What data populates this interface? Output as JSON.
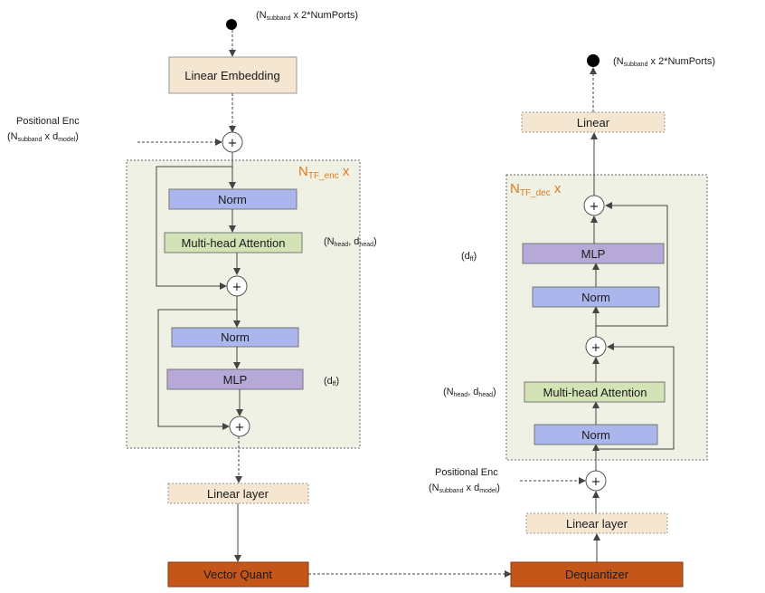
{
  "encoder": {
    "input_dims": {
      "pre": "(N",
      "sub": "subband",
      "post": " x 2*NumPorts)"
    },
    "linear_embedding": "Linear Embedding",
    "pos_enc": {
      "title": "Positional Enc",
      "pre": "(N",
      "sub": "subband",
      "mid": " x d",
      "sub2": "model",
      "post": ")"
    },
    "repeat": {
      "pre": "N",
      "sub": "TF_enc",
      "post": " x"
    },
    "norm1": "Norm",
    "attention": "Multi-head Attention",
    "attn_params": {
      "pre": "(N",
      "sub": "head",
      "mid": ", d",
      "sub2": "head",
      "post": ")"
    },
    "norm2": "Norm",
    "mlp": "MLP",
    "mlp_params": {
      "pre": "(d",
      "sub": "ff",
      "post": ")"
    },
    "linear_layer": "Linear layer",
    "vector_quant": "Vector Quant"
  },
  "decoder": {
    "output_dims": {
      "pre": "(N",
      "sub": "subband",
      "post": " x 2*NumPorts)"
    },
    "linear": "Linear",
    "repeat": {
      "pre": "N",
      "sub": "TF_dec",
      "post": " x"
    },
    "mlp": "MLP",
    "mlp_params": {
      "pre": "(d",
      "sub": "ff",
      "post": ")"
    },
    "norm_top": "Norm",
    "attention": "Multi-head Attention",
    "attn_params": {
      "pre": "(N",
      "sub": "head",
      "mid": ", d",
      "sub2": "head",
      "post": ")"
    },
    "norm_bottom": "Norm",
    "pos_enc": {
      "title": "Positional Enc",
      "pre": "(N",
      "sub": "subband",
      "mid": " x d",
      "sub2": "model",
      "post": ")"
    },
    "linear_layer": "Linear layer",
    "dequantizer": "Dequantizer"
  },
  "colors": {
    "block_bg": "#eef1e4",
    "norm": "#aab6ec",
    "attention": "#d3e3b6",
    "mlp": "#b6a9d7",
    "linear": "#f4e6d0",
    "quant": "#c5561a",
    "accent": "#e07a1f"
  }
}
